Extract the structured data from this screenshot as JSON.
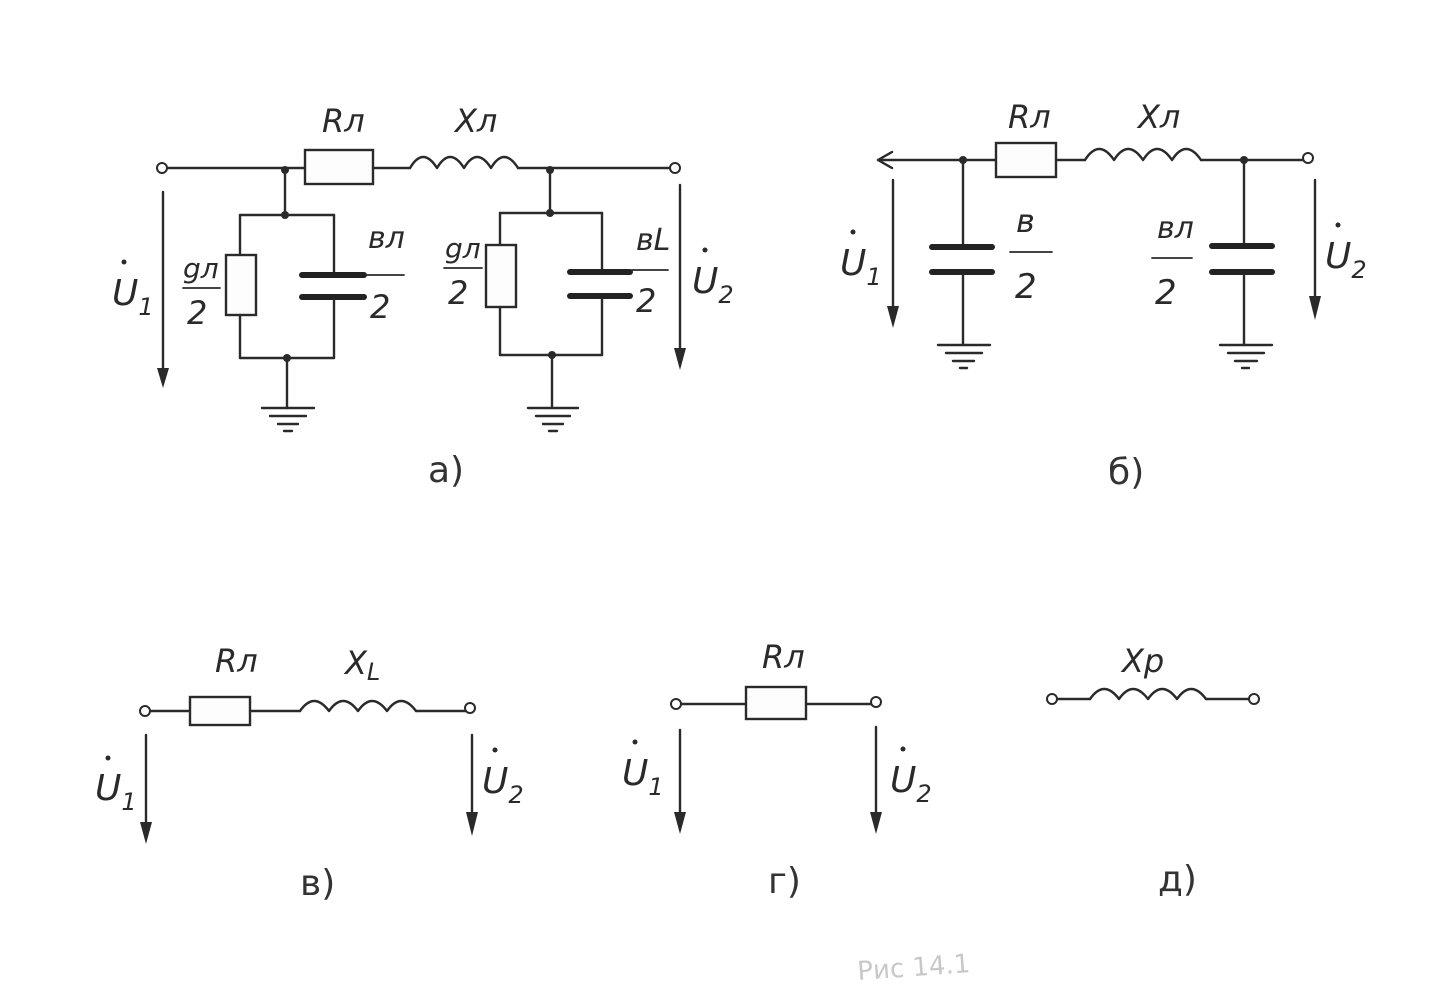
{
  "labels": {
    "R": "Rл",
    "X": "Xл",
    "XL": "XL",
    "Xp": "Xр",
    "U1": "U1",
    "U2": "U2",
    "g": "gл",
    "b": "вл",
    "bL": "вL",
    "b_plain": "в",
    "two": "2"
  },
  "captions": {
    "a": "а)",
    "b": "б)",
    "v": "в)",
    "g": "г)",
    "d": "д)"
  },
  "figure_note": "Рис 14.1"
}
